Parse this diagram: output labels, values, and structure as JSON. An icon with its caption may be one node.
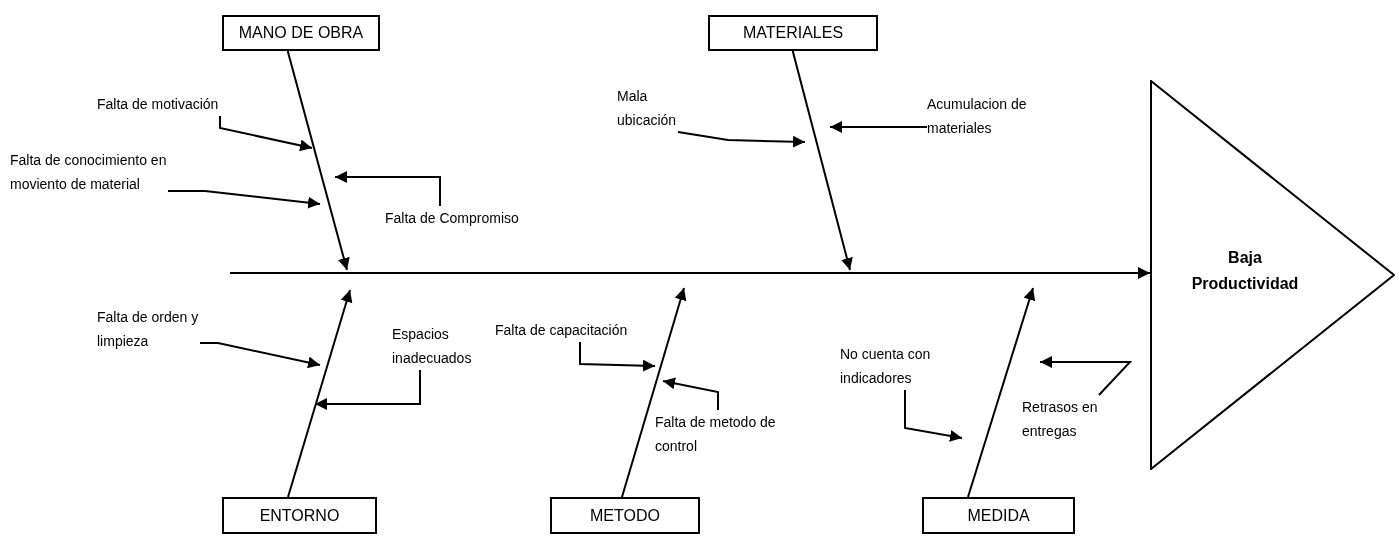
{
  "diagram": {
    "nodes": [
      {
        "text": [
          "MANO DE OBRA"
        ]
      },
      {
        "text": [
          "MATERIALES"
        ]
      },
      {
        "text": [
          "Baja Productividad"
        ]
      },
      {
        "text": [
          "ENTORNO"
        ]
      },
      {
        "text": [
          "METODO"
        ]
      },
      {
        "text": [
          "MEDIDA"
        ]
      },
      {
        "text": [
          "Falta de motivación"
        ]
      },
      {
        "text": [
          "Falta de conocimiento en moviento de material"
        ]
      },
      {
        "text": [
          "Falta de Compromiso"
        ]
      },
      {
        "text": [
          "Mala ubicación"
        ]
      },
      {
        "text": [
          "Acumulacion de materiales"
        ]
      },
      {
        "text": [
          "Falta de orden y limpieza"
        ]
      },
      {
        "text": [
          "Espacios inadecuados"
        ]
      },
      {
        "text": [
          "Falta de capacitación"
        ]
      },
      {
        "text": [
          "Falta de metodo de control"
        ]
      },
      {
        "text": [
          "No cuenta con indicadores"
        ]
      },
      {
        "text": [
          "Retrasos en entregas"
        ]
      }
    ],
    "edges": [
      {
        "from": null,
        "to": 2,
        "arrow": "to"
      },
      {
        "from": 0,
        "to": null,
        "arrow": "to"
      },
      {
        "from": 1,
        "to": null,
        "arrow": "to"
      },
      {
        "from": 3,
        "to": null,
        "arrow": "to"
      },
      {
        "from": 4,
        "to": null,
        "arrow": "to"
      },
      {
        "from": 5,
        "to": null,
        "arrow": "to"
      },
      {
        "from": 6,
        "to": null,
        "arrow": "to"
      },
      {
        "from": 7,
        "to": null,
        "arrow": "to"
      },
      {
        "from": 8,
        "to": null,
        "arrow": "to"
      },
      {
        "from": 9,
        "to": null,
        "arrow": "to"
      },
      {
        "from": 10,
        "to": null,
        "arrow": "to"
      },
      {
        "from": 11,
        "to": null,
        "arrow": "to"
      },
      {
        "from": 12,
        "to": null,
        "arrow": "to"
      },
      {
        "from": 13,
        "to": null,
        "arrow": "to"
      },
      {
        "from": 14,
        "to": null,
        "arrow": "to"
      },
      {
        "from": 15,
        "to": null,
        "arrow": "to"
      },
      {
        "from": 16,
        "to": null,
        "arrow": "to"
      }
    ]
  }
}
